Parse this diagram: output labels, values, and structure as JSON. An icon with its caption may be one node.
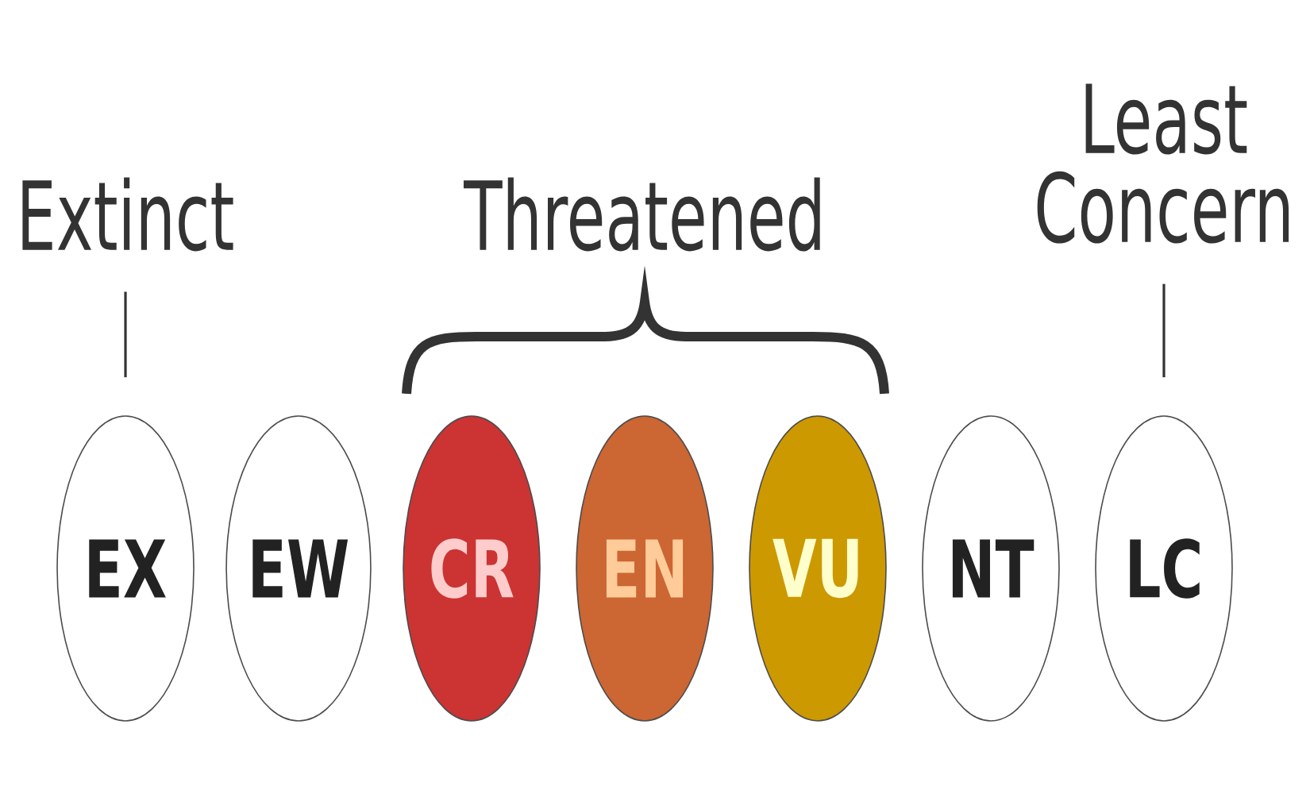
{
  "diagram": {
    "nodes": [
      {
        "text": [
          "Extinct"
        ]
      },
      {
        "text": [
          "Least Concern"
        ]
      },
      {
        "text": [
          "EX"
        ]
      },
      {
        "text": [
          "EW"
        ]
      },
      {
        "text": [
          "CR"
        ]
      },
      {
        "text": [
          "EN"
        ]
      },
      {
        "text": [
          "VU"
        ]
      },
      {
        "text": [
          "NT"
        ]
      },
      {
        "text": [
          "LC"
        ]
      }
    ],
    "edges": [
      {
        "from": 0,
        "to": 2,
        "arrow": "none"
      },
      {
        "from": 1,
        "to": 8,
        "arrow": "none"
      }
    ],
    "labels": [
      "Threatened"
    ]
  }
}
